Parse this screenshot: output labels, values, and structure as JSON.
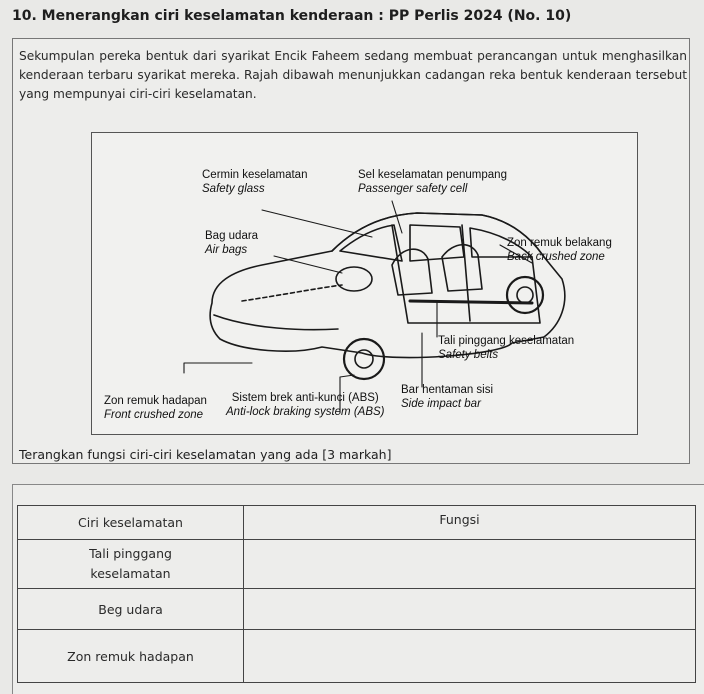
{
  "question": {
    "title": "10. Menerangkan ciri keselamatan kenderaan : PP Perlis 2024 (No. 10)",
    "intro": "Sekumpulan pereka bentuk dari syarikat Encik Faheem sedang membuat perancangan untuk menghasilkan kenderaan terbaru syarikat mereka. Rajah dibawah menunjukkan cadangan reka bentuk kenderaan tersebut yang mempunyai ciri-ciri keselamatan.",
    "instruction": "Terangkan fungsi ciri-ciri keselamatan yang ada  [3 markah]"
  },
  "figure": {
    "labels": {
      "safety_glass_ms": "Cermin keselamatan",
      "safety_glass_en": "Safety glass",
      "passenger_cell_ms": "Sel keselamatan penumpang",
      "passenger_cell_en": "Passenger safety cell",
      "airbags_ms": "Bag udara",
      "airbags_en": "Air bags",
      "back_zone_ms": "Zon remuk belakang",
      "back_zone_en": "Back crushed zone",
      "belts_ms": "Tali pinggang keselamatan",
      "belts_en": "Safety belts",
      "side_bar_ms": "Bar hentaman sisi",
      "side_bar_en": "Side impact bar",
      "front_zone_ms": "Zon remuk hadapan",
      "front_zone_en": "Front crushed zone",
      "abs_ms": "Sistem brek anti-kunci (ABS)",
      "abs_en": "Anti-lock braking system (ABS)"
    }
  },
  "table": {
    "header": {
      "feature": "Ciri keselamatan",
      "function": "Fungsi"
    },
    "rows": [
      {
        "line1": "Tali pinggang",
        "line2": "keselamatan",
        "function": ""
      },
      {
        "line1": "Beg udara",
        "line2": "",
        "function": ""
      },
      {
        "line1": "Zon remuk hadapan",
        "line2": "",
        "function": ""
      }
    ]
  }
}
